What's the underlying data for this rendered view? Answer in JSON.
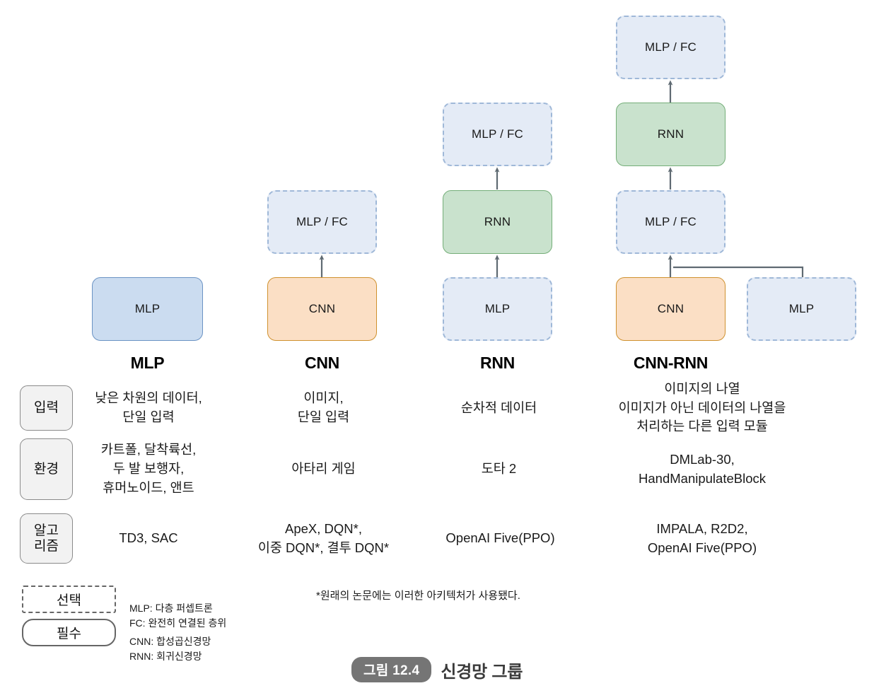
{
  "figure": {
    "caption_tag": "그림 12.4",
    "caption_title": "신경망 그룹",
    "footnote": "*원래의 논문에는 이러한 아키텍처가 사용됐다."
  },
  "colors": {
    "optional_fill": "#e4ebf6",
    "optional_border": "#9fb8d8",
    "mlp_fill": "#cbdcf0",
    "mlp_border": "#6b93c4",
    "cnn_fill": "#fbdfc5",
    "cnn_border": "#cf912f",
    "rnn_fill": "#c9e2cd",
    "rnn_border": "#74ae78",
    "arrow": "#5f6a72",
    "label_fill": "#f2f2f2",
    "label_border": "#8a8a8a",
    "caption_pill": "#757575"
  },
  "columns": [
    {
      "id": "mlp",
      "title": "MLP",
      "nodes": [
        {
          "label": "MLP",
          "style": "required-blue"
        }
      ]
    },
    {
      "id": "cnn",
      "title": "CNN",
      "nodes": [
        {
          "label": "MLP / FC",
          "style": "optional"
        },
        {
          "label": "CNN",
          "style": "required-orange"
        }
      ]
    },
    {
      "id": "rnn",
      "title": "RNN",
      "nodes": [
        {
          "label": "MLP / FC",
          "style": "optional"
        },
        {
          "label": "RNN",
          "style": "required-green"
        },
        {
          "label": "MLP",
          "style": "optional"
        }
      ]
    },
    {
      "id": "cnn-rnn",
      "title": "CNN-RNN",
      "nodes": [
        {
          "label": "MLP / FC",
          "style": "optional"
        },
        {
          "label": "RNN",
          "style": "required-green"
        },
        {
          "label": "MLP / FC",
          "style": "optional"
        },
        {
          "label": "CNN",
          "style": "required-orange"
        },
        {
          "label": "MLP",
          "style": "optional"
        }
      ]
    }
  ],
  "table": {
    "row_labels": [
      "입력",
      "환경",
      "알고\n리즘"
    ],
    "rows": [
      {
        "label": "입력",
        "cells": [
          "낮은 차원의 데이터,\n단일 입력",
          "이미지,\n단일 입력",
          "순차적 데이터",
          "이미지의 나열\n이미지가 아닌 데이터의 나열을\n처리하는 다른 입력 모듈"
        ]
      },
      {
        "label": "환경",
        "cells": [
          "카트폴, 달착륙선,\n두 발 보행자,\n휴머노이드, 앤트",
          "아타리 게임",
          "도타 2",
          "DMLab-30,\nHandManipulateBlock"
        ]
      },
      {
        "label": "알고\n리즘",
        "cells": [
          "TD3, SAC",
          "ApeX, DQN*,\n이중 DQN*, 결투 DQN*",
          "OpenAI Five(PPO)",
          "IMPALA, R2D2,\nOpenAI Five(PPO)"
        ]
      }
    ]
  },
  "legend": {
    "optional_label": "선택",
    "required_label": "필수",
    "abbrev_top": "MLP: 다층 퍼셉트론\nFC: 완전히 연결된 층위",
    "abbrev_bottom": "CNN: 합성곱신경망\nRNN: 회귀신경망"
  }
}
